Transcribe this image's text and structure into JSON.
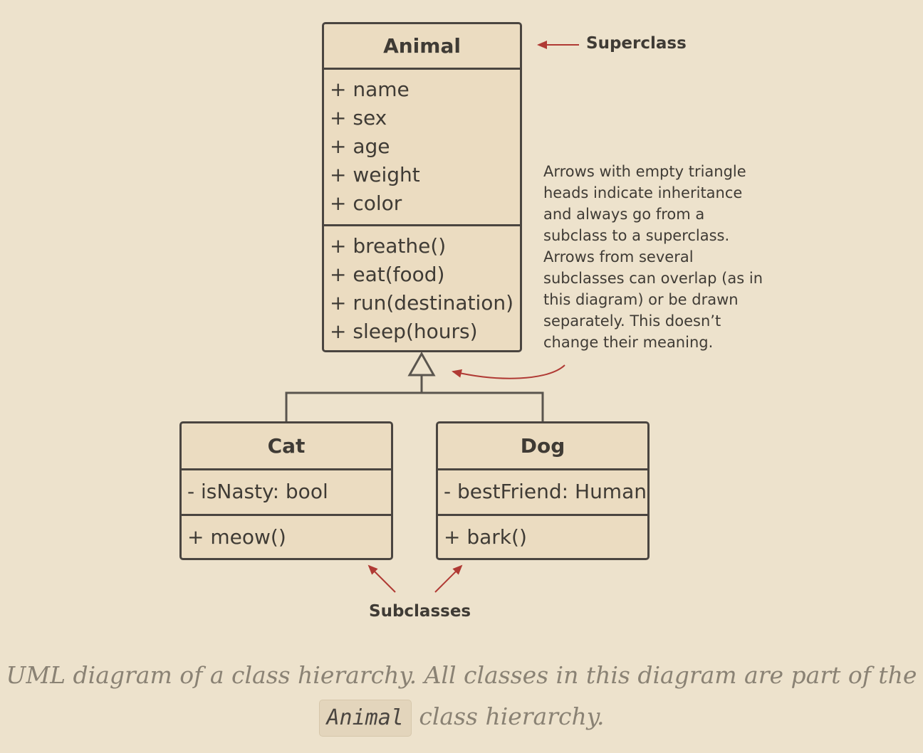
{
  "diagram": {
    "superclass": {
      "name": "Animal",
      "attributes": [
        "+ name",
        "+ sex",
        "+ age",
        "+ weight",
        "+ color"
      ],
      "methods": [
        "+ breathe()",
        "+ eat(food)",
        "+ run(destination)",
        "+ sleep(hours)"
      ]
    },
    "subclasses": [
      {
        "name": "Cat",
        "attributes": [
          "- isNasty: bool"
        ],
        "methods": [
          "+ meow()"
        ]
      },
      {
        "name": "Dog",
        "attributes": [
          "- bestFriend: Human"
        ],
        "methods": [
          "+ bark()"
        ]
      }
    ],
    "labels": {
      "superclass": "Superclass",
      "subclasses": "Subclasses"
    },
    "note": "Arrows with empty triangle heads indicate inheritance and always go from a subclass to a superclass. Arrows from several subclasses can overlap (as in this diagram) or be drawn separately. This doesn’t change their meaning."
  },
  "caption": {
    "before": "UML diagram of a class hierarchy. All classes in this diagram are part of the",
    "code": "Animal",
    "after": "class hierarchy."
  },
  "colors": {
    "background": "#ede2cc",
    "box_fill": "#ebdcc1",
    "border": "#4a4540",
    "annotation_arrow": "#b03a34",
    "caption_text": "#8a8274"
  }
}
